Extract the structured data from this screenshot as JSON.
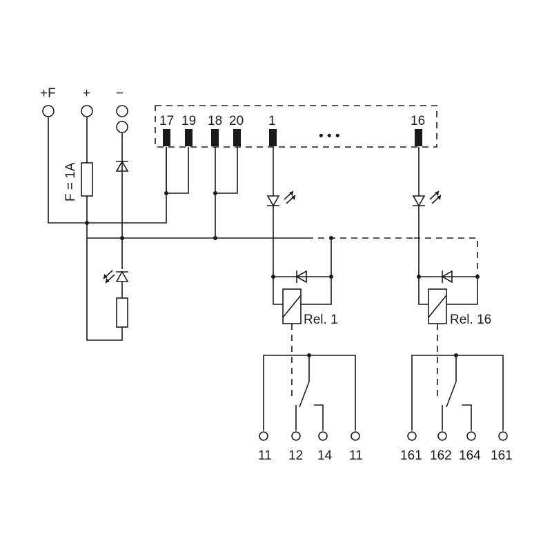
{
  "supply": {
    "plus_f": "+F",
    "plus": "+",
    "minus": "−"
  },
  "fuse": {
    "label": "F = 1A"
  },
  "inputs": {
    "t17": "17",
    "t19": "19",
    "t18": "18",
    "t20": "20",
    "t1": "1",
    "ellipsis": "• • •",
    "t16": "16"
  },
  "relays": {
    "rel1": {
      "label": "Rel. 1",
      "terminals": [
        "11",
        "12",
        "14",
        "11"
      ]
    },
    "rel16": {
      "label": "Rel. 16",
      "terminals": [
        "161",
        "162",
        "164",
        "161"
      ]
    }
  },
  "icons": [
    "terminal-icon",
    "fuse-icon",
    "diode-icon",
    "led-icon",
    "relay-coil-icon",
    "resistor-icon",
    "contact-icon"
  ]
}
